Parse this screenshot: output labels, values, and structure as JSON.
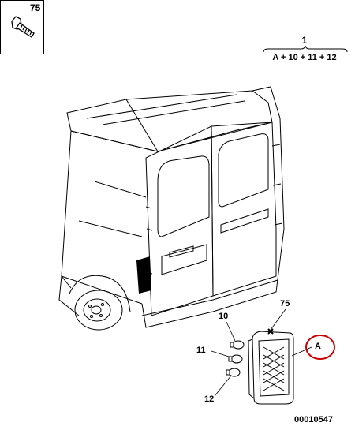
{
  "inset": {
    "number": "75",
    "icon": "screw-icon"
  },
  "formula": {
    "total": "1",
    "composition": "A + 10 + 11 + 12"
  },
  "callouts": {
    "c75": "75",
    "c10": "10",
    "c11": "11",
    "c12": "12",
    "cA": "A"
  },
  "reference": "00010547",
  "colors": {
    "line": "#000000",
    "highlight_circle": "#cc0000"
  }
}
